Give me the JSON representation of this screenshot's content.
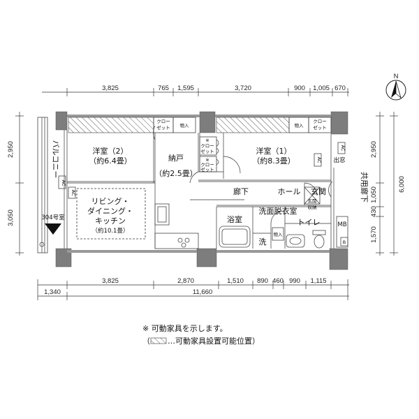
{
  "dims": {
    "top": [
      "3,825",
      "765",
      "1,595",
      "3,720",
      "900",
      "1,005",
      "670"
    ],
    "bottom": [
      "3,825",
      "2,870",
      "1,510",
      "890",
      "460",
      "990",
      "1,115"
    ],
    "bottom_left": "1,340",
    "total": "11,660",
    "left": [
      "2,950",
      "3,050"
    ],
    "right_inner": [
      "2,950",
      "1,050",
      "430",
      "1,570"
    ],
    "right_total": "6,000"
  },
  "rooms": {
    "bedroom2": {
      "name": "洋室（2）",
      "size": "（約6.4畳）"
    },
    "closet_storage": {
      "name": "納戸",
      "size": "（約2.5畳）"
    },
    "bedroom1": {
      "name": "洋室（1）",
      "size": "（約8.3畳）"
    },
    "ldk": {
      "line1": "リビング・",
      "line2": "ダイニング・",
      "line3": "キッチン",
      "size": "（約10.1畳）"
    },
    "corridor": "廊下",
    "hall": "ホール",
    "entrance": "玄関",
    "entrance_storage_1": "玄関",
    "entrance_storage_2": "収納",
    "washroom": "洗面脱衣室",
    "bath": "浴室",
    "toilet": "トイレ",
    "wash": "洗",
    "balcony": "バルコニー",
    "common_corridor": "共用廊下",
    "room_number": "304号室",
    "storage": "物入",
    "storage2": "物入",
    "storage3": "物入",
    "closet_a1": "クロー",
    "closet_b1": "ゼット",
    "closet_a2": "クロー",
    "closet_b2": "ゼット",
    "closet_c1": "※",
    "closet_c2": "クロー",
    "closet_c3": "ゼット",
    "closet_d1": "※",
    "closet_d2": "クロー",
    "closet_d3": "ゼット",
    "ac1": "AC",
    "ac2": "AC",
    "ac3": "AC",
    "ac4": "AC",
    "outer_window": "出窓",
    "mb": "MB",
    "b": "B"
  },
  "compass": {
    "label": "N"
  },
  "notes": {
    "line1": "※ 可動家具を示します。",
    "line2_open": "（",
    "line2_text": "…可動家具設置可能位置）"
  }
}
